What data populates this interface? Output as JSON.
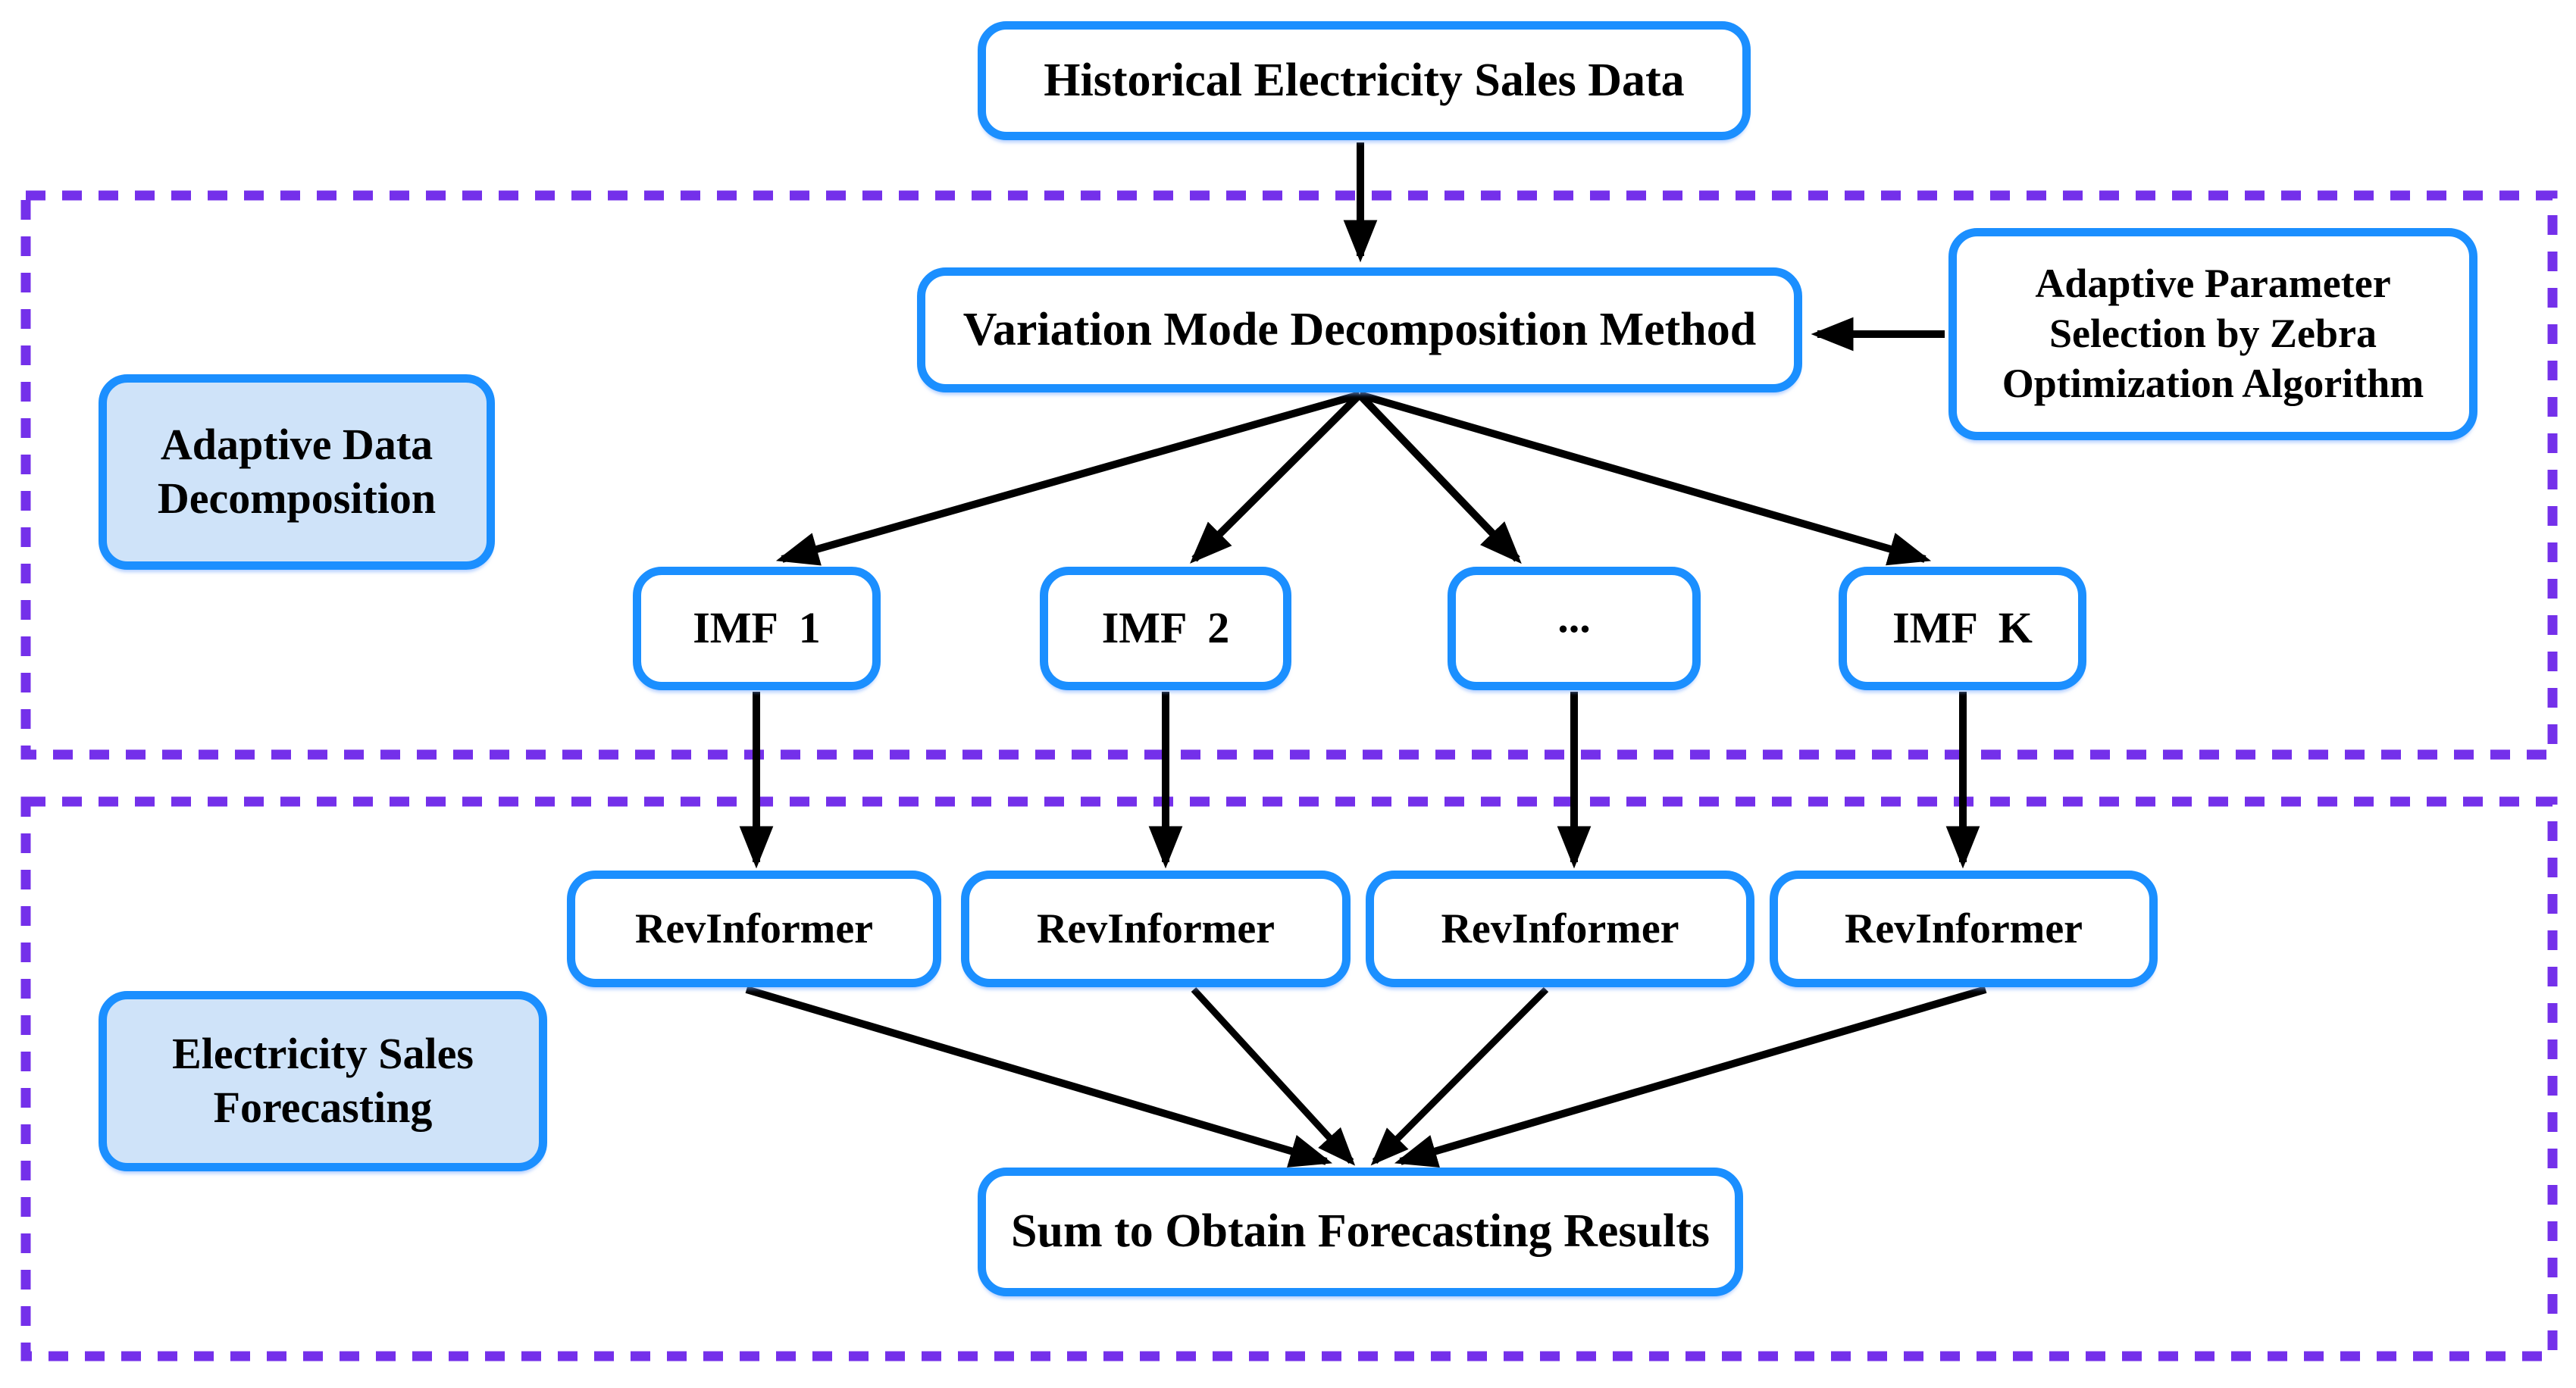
{
  "diagram": {
    "nodes": {
      "historical": "Historical Electricity Sales Data",
      "vmd": "Variation Mode Decomposition Method",
      "zebra": "Adaptive Parameter Selection by Zebra Optimization Algorithm",
      "stage1": "Adaptive Data Decomposition",
      "imf1": "IMF  1",
      "imf2": "IMF  2",
      "dots": "...",
      "imfk": "IMF  K",
      "rev1": "RevInformer",
      "rev2": "RevInformer",
      "rev3": "RevInformer",
      "rev4": "RevInformer",
      "stage2": "Electricity Sales Forecasting",
      "sum": "Sum to Obtain Forecasting Results"
    },
    "colors": {
      "node_border": "#1b8fff",
      "stage_label_fill": "#cfe3f9",
      "dashed_container": "#7430ea",
      "arrow": "#000000",
      "text": "#000000",
      "background": "#ffffff"
    }
  }
}
